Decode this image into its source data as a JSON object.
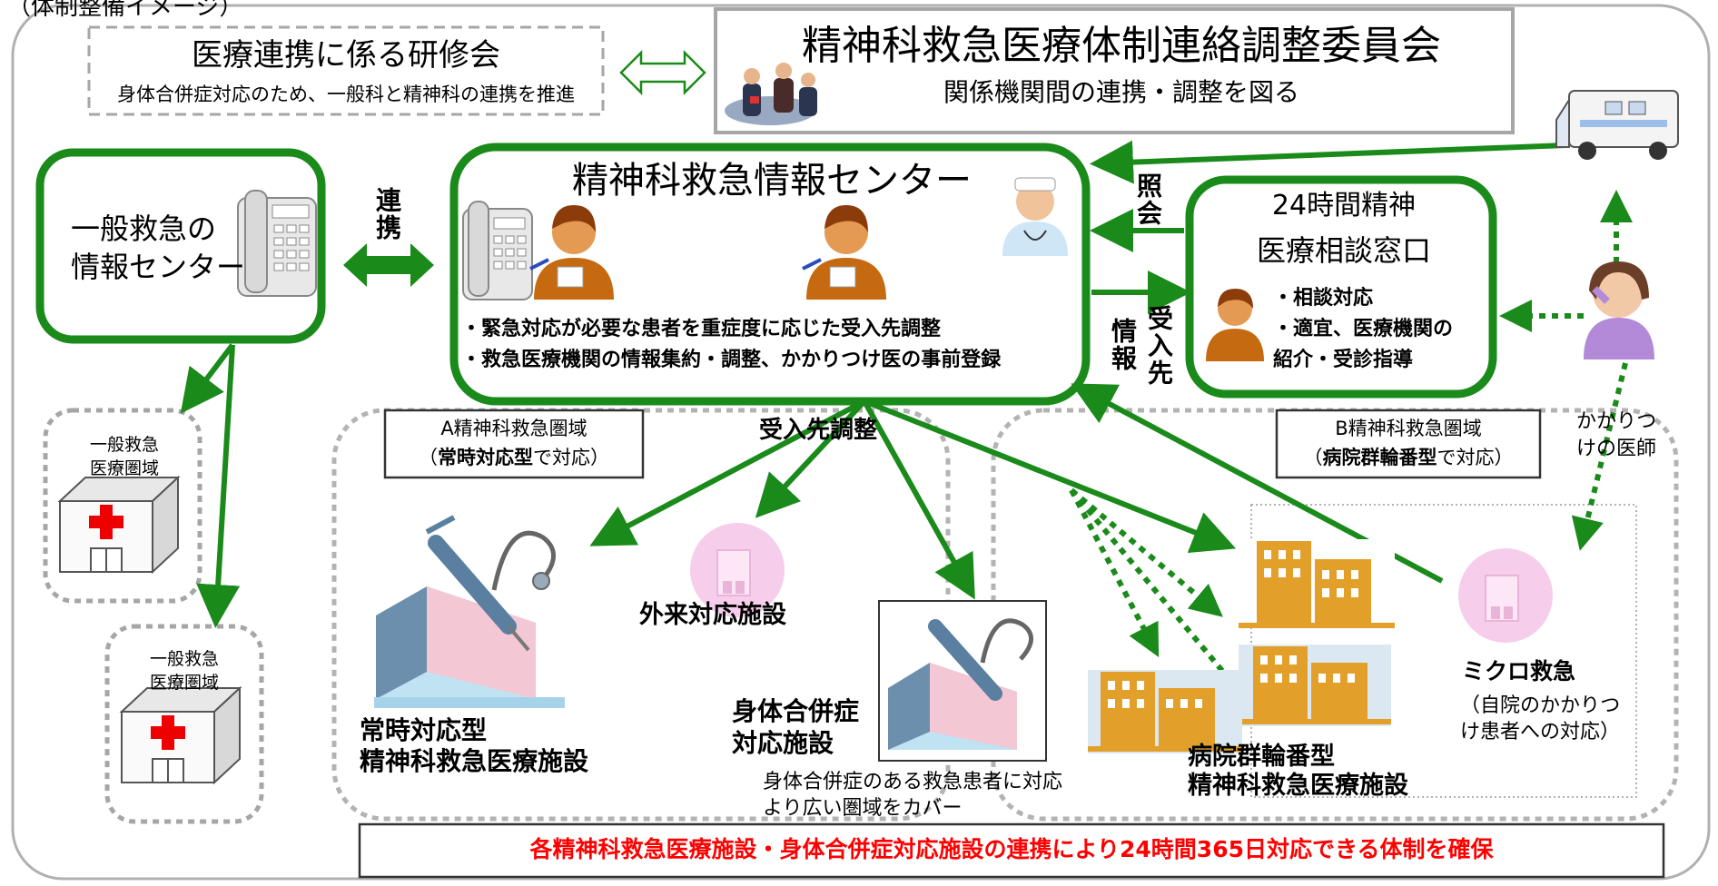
{
  "top_label": "（体制整備イメージ）",
  "training": {
    "title": "医療連携に係る研修会",
    "sub": "身体合併症対応のため、一般科と精神科の連携を推進"
  },
  "committee": {
    "title": "精神科救急医療体制連絡調整委員会",
    "sub": "関係機関間の連携・調整を図る"
  },
  "general_center": {
    "title_line1": "一般救急の",
    "title_line2": "情報センター"
  },
  "renkei_label": "連携",
  "info_center": {
    "title": "精神科救急情報センター",
    "bullet1": "・緊急対応が必要な患者を重症度に応じた受入先調整",
    "bullet2": "・救急医療機関の情報集約・調整、かかりつけ医の事前登録"
  },
  "shokai_label": "照会",
  "jouhou_label": "情報",
  "ukeiresaki_label": "受入先",
  "consult": {
    "title_line1": "24時間精神",
    "title_line2": "医療相談窓口",
    "item1": "・相談対応",
    "item2": "・適宜、医療機関の",
    "item3": "紹介・受診指導"
  },
  "ukeiresaki_chousei": "受入先調整",
  "area_a": {
    "prefix": "A精神科救急圏域",
    "paren_open": "（",
    "bold": "常時対応型",
    "suffix": "で対応）"
  },
  "area_b": {
    "prefix": "B精神科救急圏域",
    "paren_open": "（",
    "bold": "病院群輪番型",
    "suffix": "で対応）"
  },
  "general_area": {
    "line1": "一般救急",
    "line2": "医療圏域"
  },
  "outpatient": "外来対応施設",
  "constant_facility": {
    "line1": "常時対応型",
    "line2": "精神科救急医療施設"
  },
  "physical_facility": {
    "line1": "身体合併症",
    "line2": "対応施設"
  },
  "physical_note": {
    "line1": "身体合併症のある救急患者に対応",
    "line2": "より広い圏域をカバー"
  },
  "rotation_facility": {
    "line1": "病院群輪番型",
    "line2": "精神科救急医療施設"
  },
  "family_doctor": {
    "line1": "かかりつ",
    "line2": "けの医師"
  },
  "micro": {
    "title": "ミクロ救急",
    "line1": "（自院のかかりつ",
    "line2": "け患者への対応）"
  },
  "bottom_banner": "各精神科救急医療施設・身体合併症対応施設の連携により24時間365日対応できる体制を確保",
  "colors": {
    "green": "#1a8a1a",
    "gray": "#999999",
    "orange": "#e2a02a",
    "pink": "#f4c9e8",
    "red": "#ff0000"
  }
}
